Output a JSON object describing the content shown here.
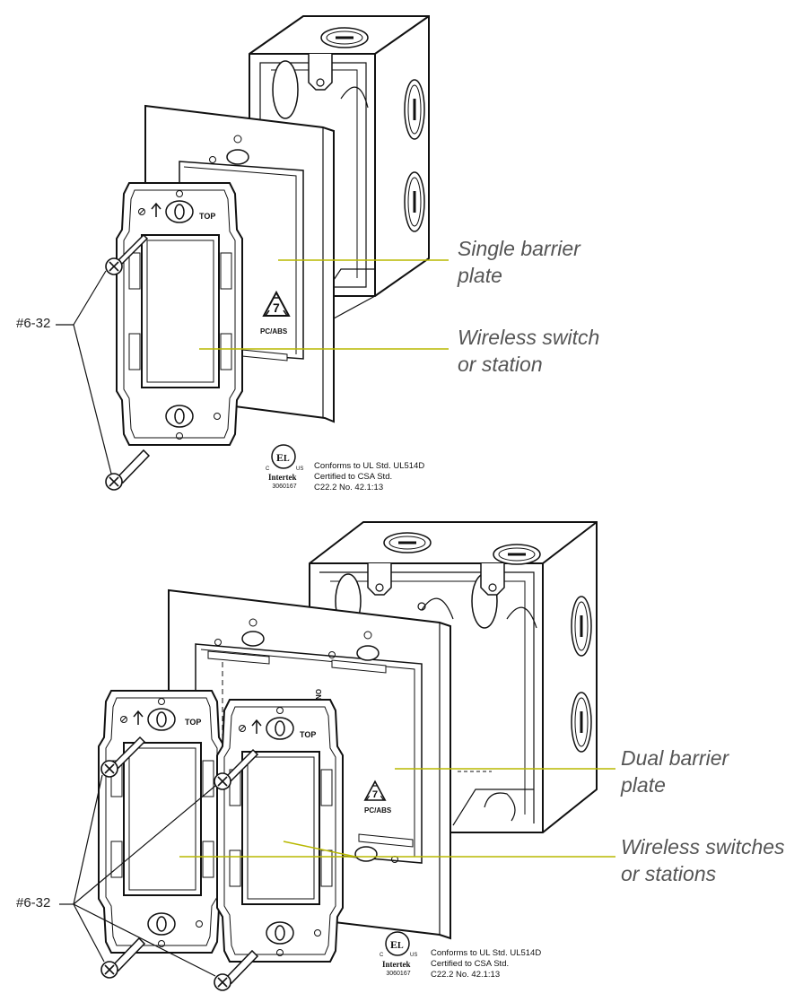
{
  "diagrams": [
    {
      "callouts": [
        {
          "line1": "Single barrier",
          "line2": "plate"
        },
        {
          "line1": "Wireless switch",
          "line2": "or station"
        }
      ],
      "screw_label": "#6-32",
      "top_label": "TOP",
      "material_label": "PC/ABS",
      "recycle_number": "7",
      "certification": {
        "lines": [
          "Conforms to UL Std. UL514D",
          "Certified to CSA Std.",
          "C22.2 No. 42.1:13"
        ],
        "brand": "Intertek",
        "number": "3060167",
        "c_mark": "C",
        "us_mark": "US"
      }
    },
    {
      "callouts": [
        {
          "line1": "Dual barrier",
          "line2": "plate"
        },
        {
          "line1": "Wireless switches",
          "line2": "or stations"
        }
      ],
      "screw_label": "#6-32",
      "top_label": "TOP",
      "material_label": "PC/ABS",
      "recycle_number": "7",
      "side_text": "ONS",
      "certification": {
        "lines": [
          "Conforms to UL Std. UL514D",
          "Certified to CSA Std.",
          "C22.2 No. 42.1:13"
        ],
        "brand": "Intertek",
        "number": "3060167",
        "c_mark": "C",
        "us_mark": "US"
      }
    }
  ],
  "colors": {
    "leader_line": "#b8b800",
    "stroke": "#111111",
    "label_text": "#555555"
  }
}
